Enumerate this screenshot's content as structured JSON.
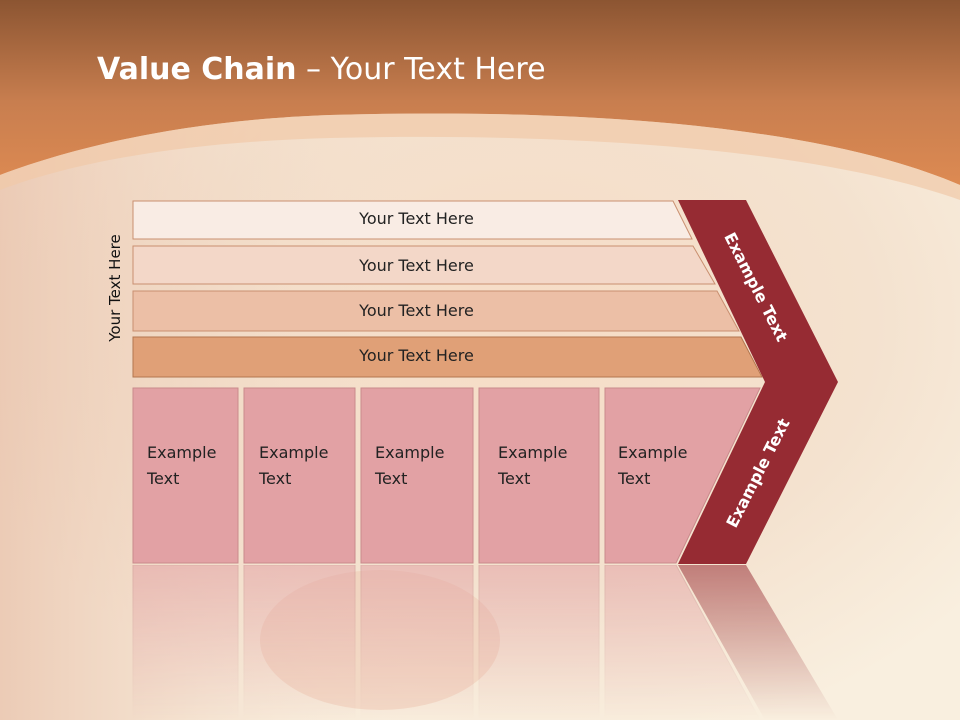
{
  "slide": {
    "title_bold": "Value Chain",
    "title_rest": " – Your Text Here",
    "vertical_label": "Your Text Here"
  },
  "rows": [
    {
      "label": "Your Text Here",
      "color": "#f9ece4"
    },
    {
      "label": "Your Text Here",
      "color": "#f3d7c8"
    },
    {
      "label": "Your Text Here",
      "color": "#ecbfa6"
    },
    {
      "label": "Your Text Here",
      "color": "#e0a077"
    }
  ],
  "columns": [
    {
      "line1": "Example",
      "line2": "Text"
    },
    {
      "line1": "Example",
      "line2": "Text"
    },
    {
      "line1": "Example",
      "line2": "Text"
    },
    {
      "line1": "Example",
      "line2": "Text"
    },
    {
      "line1": "Example",
      "line2": "Text"
    }
  ],
  "arrow": {
    "upper_label": "Example Text",
    "lower_label": "Example Text",
    "color": "#962b33",
    "column_color": "#e2a1a4"
  },
  "colors": {
    "header": "#c97a4c",
    "background": "#f8eede"
  }
}
